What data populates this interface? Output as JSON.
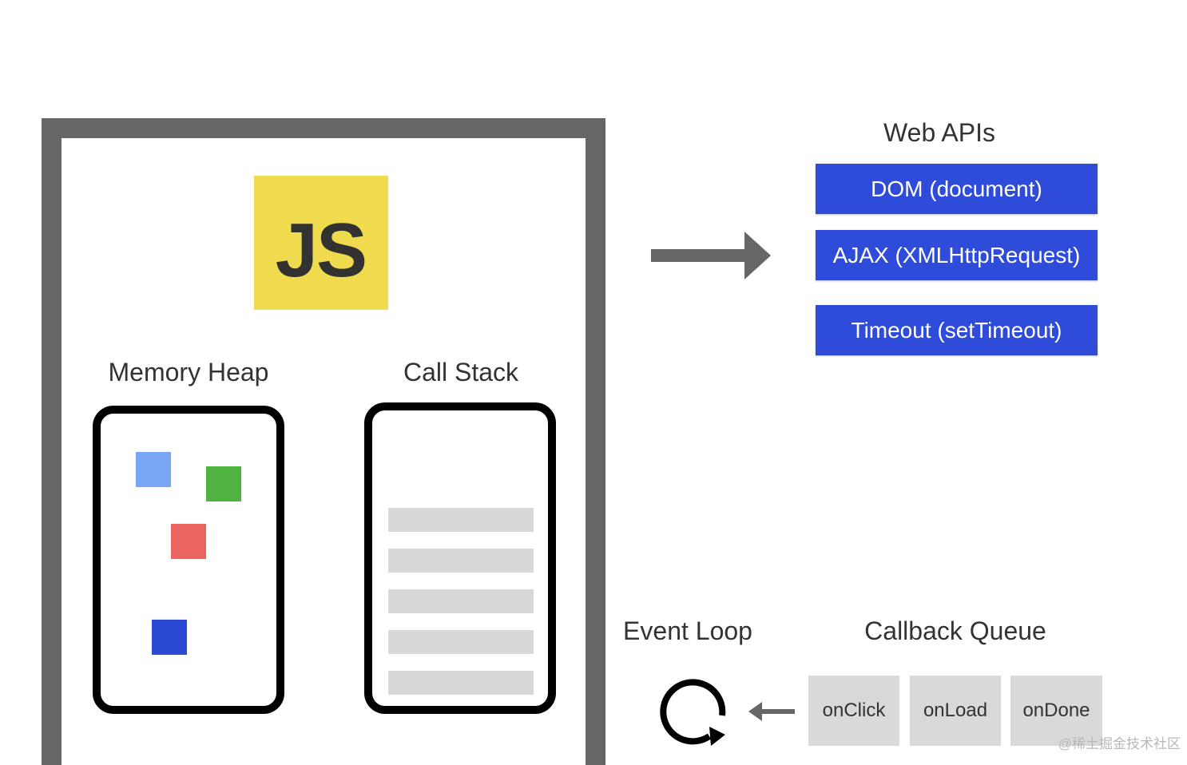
{
  "engine": {
    "logo_text": "JS",
    "memory_heap_label": "Memory Heap",
    "call_stack_label": "Call Stack",
    "heap_block_colors": [
      "#7aa7f5",
      "#4fb340",
      "#eb6460",
      "#2c49d6"
    ]
  },
  "web_apis": {
    "title": "Web APIs",
    "items": [
      "DOM (document)",
      "AJAX (XMLHttpRequest)",
      "Timeout (setTimeout)"
    ]
  },
  "event_loop": {
    "label": "Event Loop"
  },
  "callback_queue": {
    "label": "Callback Queue",
    "items": [
      "onClick",
      "onLoad",
      "onDone"
    ]
  },
  "watermark": "@稀土掘金技术社区",
  "colors": {
    "frame": "#666666",
    "logo_bg": "#f0db4f",
    "api_box": "#2f4bd9",
    "stack_frame": "#d8d8d8",
    "queue_box": "#d9d9d9"
  }
}
